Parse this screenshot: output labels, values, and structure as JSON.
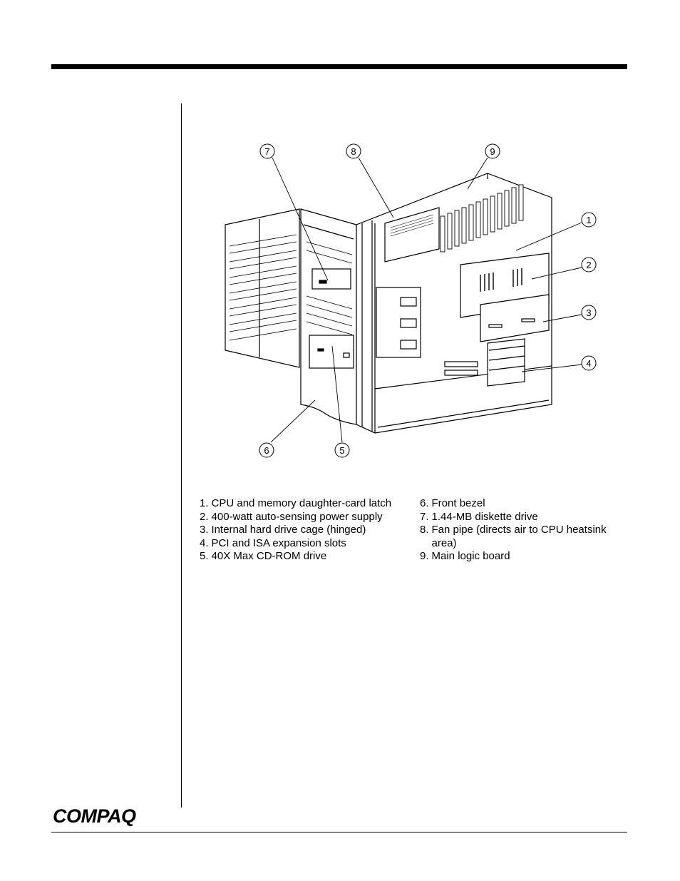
{
  "figure": {
    "callouts": [
      "1",
      "2",
      "3",
      "4",
      "5",
      "6",
      "7",
      "8",
      "9"
    ]
  },
  "legend": {
    "left": [
      {
        "num": "1.",
        "text": "CPU and memory daughter-card latch"
      },
      {
        "num": "2.",
        "text": "400-watt auto-sensing power supply"
      },
      {
        "num": "3.",
        "text": "Internal hard drive cage (hinged)"
      },
      {
        "num": "4.",
        "text": "PCI and ISA expansion slots"
      },
      {
        "num": "5.",
        "text": "40X Max CD-ROM drive"
      }
    ],
    "right": [
      {
        "num": "6.",
        "text": "Front bezel"
      },
      {
        "num": "7.",
        "text": "1.44-MB diskette drive"
      },
      {
        "num": "8.",
        "text": "Fan pipe (directs air to CPU heatsink area)"
      },
      {
        "num": "9.",
        "text": "Main logic board"
      }
    ]
  },
  "footer": {
    "logo_text": "COMPAQ"
  }
}
